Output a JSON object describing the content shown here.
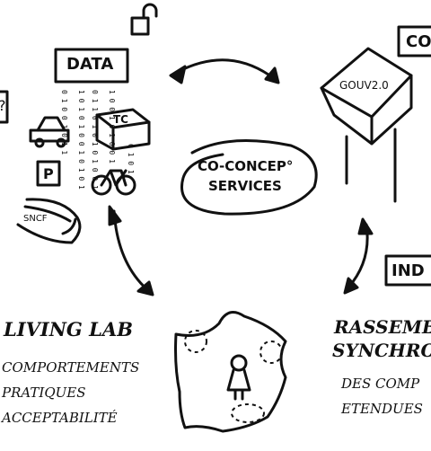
{
  "labels": {
    "data": "DATA",
    "tc": "TC",
    "parking": "P",
    "sncf": "SNCF",
    "gouv": "GOUV2.0",
    "center_line1": "CO-CONCEP°",
    "center_line2": "SERVICES",
    "top_right_box": "CO",
    "ind_box": "IND",
    "living_lab": "LIVING LAB",
    "comportements": "COMPORTEMENTS",
    "pratiques": "PRATIQUES",
    "acceptabilite": "ACCEPTABILITÉ",
    "rassemb": "RASSEMB",
    "synchro": "SYNCHRO",
    "des_comp": "DES COMP",
    "etendues": "ETENDUES",
    "left_edge_box": "?"
  },
  "binary_streams": [
    "0 1 0 0 1 0 1 1",
    "1 0 1 0 1 0 0 1 0 1 0 1",
    "0 1 1 0 1 0 1 0 1 0 0 1",
    "1 0 0 1 0 1 0 0 1",
    "0 1 0 1"
  ]
}
